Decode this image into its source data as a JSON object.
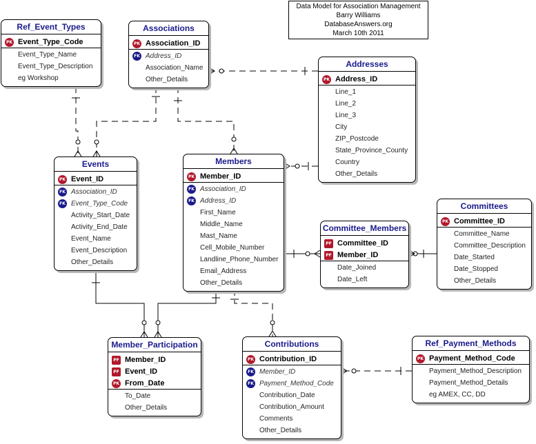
{
  "note": {
    "lines": [
      "Data Model for Association Management",
      "Barry Williams",
      "DatabaseAnswers.org",
      "March 10th 2011"
    ]
  },
  "badges": {
    "pk": "PK",
    "fk": "FK",
    "pf": "PF"
  },
  "colors": {
    "title": "#1a1a8c",
    "pk": "#b2182b",
    "fk": "#1a1a8c",
    "shadow": "#b8b8b8"
  },
  "entities": [
    {
      "id": "ref-event-types",
      "title": "Ref_Event_Types",
      "attrs": [
        {
          "name": "Event_Type_Code",
          "key": "pk",
          "sep": true
        },
        {
          "name": "Event_Type_Name"
        },
        {
          "name": "Event_Type_Description"
        },
        {
          "name": "eg Workshop"
        }
      ]
    },
    {
      "id": "associations",
      "title": "Associations",
      "attrs": [
        {
          "name": "Association_ID",
          "key": "pk",
          "sep": true
        },
        {
          "name": "Address_ID",
          "key": "fk"
        },
        {
          "name": "Association_Name"
        },
        {
          "name": "Other_Details"
        }
      ]
    },
    {
      "id": "addresses",
      "title": "Addresses",
      "attrs": [
        {
          "name": "Address_ID",
          "key": "pk",
          "sep": true
        },
        {
          "name": "Line_1"
        },
        {
          "name": "Line_2"
        },
        {
          "name": "Line_3"
        },
        {
          "name": "City"
        },
        {
          "name": "ZIP_Postcode"
        },
        {
          "name": "State_Province_County"
        },
        {
          "name": "Country"
        },
        {
          "name": "Other_Details"
        }
      ]
    },
    {
      "id": "events",
      "title": "Events",
      "attrs": [
        {
          "name": "Event_ID",
          "key": "pk",
          "sep": true
        },
        {
          "name": "Association_ID",
          "key": "fk"
        },
        {
          "name": "Event_Type_Code",
          "key": "fk"
        },
        {
          "name": "Activity_Start_Date"
        },
        {
          "name": "Activity_End_Date"
        },
        {
          "name": "Event_Name"
        },
        {
          "name": "Event_Description"
        },
        {
          "name": "Other_Details"
        }
      ]
    },
    {
      "id": "members",
      "title": "Members",
      "attrs": [
        {
          "name": "Member_ID",
          "key": "pk",
          "sep": true
        },
        {
          "name": "Association_ID",
          "key": "fk"
        },
        {
          "name": "Address_ID",
          "key": "fk"
        },
        {
          "name": "First_Name"
        },
        {
          "name": "Middle_Name"
        },
        {
          "name": "Mast_Name"
        },
        {
          "name": "Cell_Mobile_Number"
        },
        {
          "name": "Landline_Phone_Number"
        },
        {
          "name": "Email_Address"
        },
        {
          "name": "Other_Details"
        }
      ]
    },
    {
      "id": "committee-members",
      "title": "Committee_Members",
      "attrs": [
        {
          "name": "Committee_ID",
          "key": "pf"
        },
        {
          "name": "Member_ID",
          "key": "pf",
          "sep": true
        },
        {
          "name": "Date_Joined"
        },
        {
          "name": "Date_Left"
        }
      ]
    },
    {
      "id": "committees",
      "title": "Committees",
      "attrs": [
        {
          "name": "Committee_ID",
          "key": "pk",
          "sep": true
        },
        {
          "name": "Committee_Name"
        },
        {
          "name": "Committee_Description"
        },
        {
          "name": "Date_Started"
        },
        {
          "name": "Date_Stopped"
        },
        {
          "name": "Other_Details"
        }
      ]
    },
    {
      "id": "member-participation",
      "title": "Member_Participation",
      "attrs": [
        {
          "name": "Member_ID",
          "key": "pf"
        },
        {
          "name": "Event_ID",
          "key": "pf"
        },
        {
          "name": "From_Date",
          "key": "pk",
          "sep": true
        },
        {
          "name": "To_Date"
        },
        {
          "name": "Other_Details"
        }
      ]
    },
    {
      "id": "contributions",
      "title": "Contributions",
      "attrs": [
        {
          "name": "Contribution_ID",
          "key": "pk",
          "sep": true
        },
        {
          "name": "Member_ID",
          "key": "fk"
        },
        {
          "name": "Payment_Method_Code",
          "key": "fk"
        },
        {
          "name": "Contribution_Date"
        },
        {
          "name": "Contribution_Amount"
        },
        {
          "name": "Comments"
        },
        {
          "name": "Other_Details"
        }
      ]
    },
    {
      "id": "ref-payment-methods",
      "title": "Ref_Payment_Methods",
      "attrs": [
        {
          "name": "Payment_Method_Code",
          "key": "pk",
          "sep": true
        },
        {
          "name": "Payment_Method_Description"
        },
        {
          "name": "Payment_Method_Details"
        },
        {
          "name": "eg AMEX, CC, DD"
        }
      ]
    }
  ],
  "relationships": [
    {
      "from": "ref-event-types",
      "to": "events",
      "style": "non-identifying"
    },
    {
      "from": "associations",
      "to": "events",
      "style": "non-identifying"
    },
    {
      "from": "associations",
      "to": "members",
      "style": "non-identifying"
    },
    {
      "from": "addresses",
      "to": "associations",
      "style": "non-identifying"
    },
    {
      "from": "addresses",
      "to": "members",
      "style": "non-identifying"
    },
    {
      "from": "members",
      "to": "committee-members",
      "style": "identifying"
    },
    {
      "from": "committees",
      "to": "committee-members",
      "style": "identifying"
    },
    {
      "from": "events",
      "to": "member-participation",
      "style": "identifying"
    },
    {
      "from": "members",
      "to": "member-participation",
      "style": "identifying"
    },
    {
      "from": "members",
      "to": "contributions",
      "style": "non-identifying"
    },
    {
      "from": "ref-payment-methods",
      "to": "contributions",
      "style": "non-identifying"
    }
  ]
}
